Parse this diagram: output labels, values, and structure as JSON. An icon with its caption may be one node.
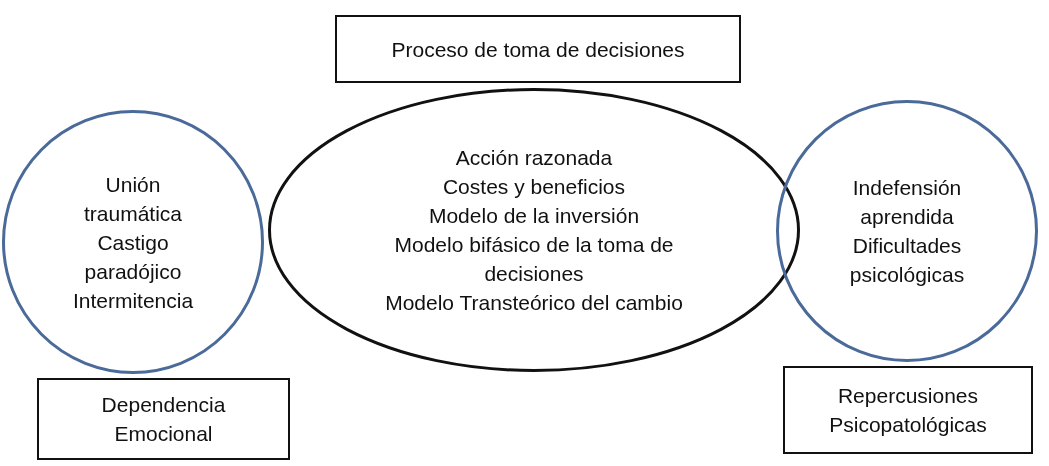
{
  "diagram": {
    "nodes": [
      {
        "text": [
          "Proceso de toma de decisiones"
        ]
      },
      {
        "text": [
          "Unión traumática",
          "Castigo paradójico",
          "Intermitencia"
        ]
      },
      {
        "text": [
          "Acción razonada",
          "Costes y beneficios",
          "Modelo de la inversión",
          "Modelo bifásico de la toma de decisiones",
          "Modelo Transteórico del cambio"
        ]
      },
      {
        "text": [
          "Indefensión aprendida",
          "Dificultades psicológicas"
        ]
      },
      {
        "text": [
          "Dependencia Emocional"
        ]
      },
      {
        "text": [
          "Repercusiones Psicopatológicas"
        ]
      }
    ],
    "edges": []
  }
}
